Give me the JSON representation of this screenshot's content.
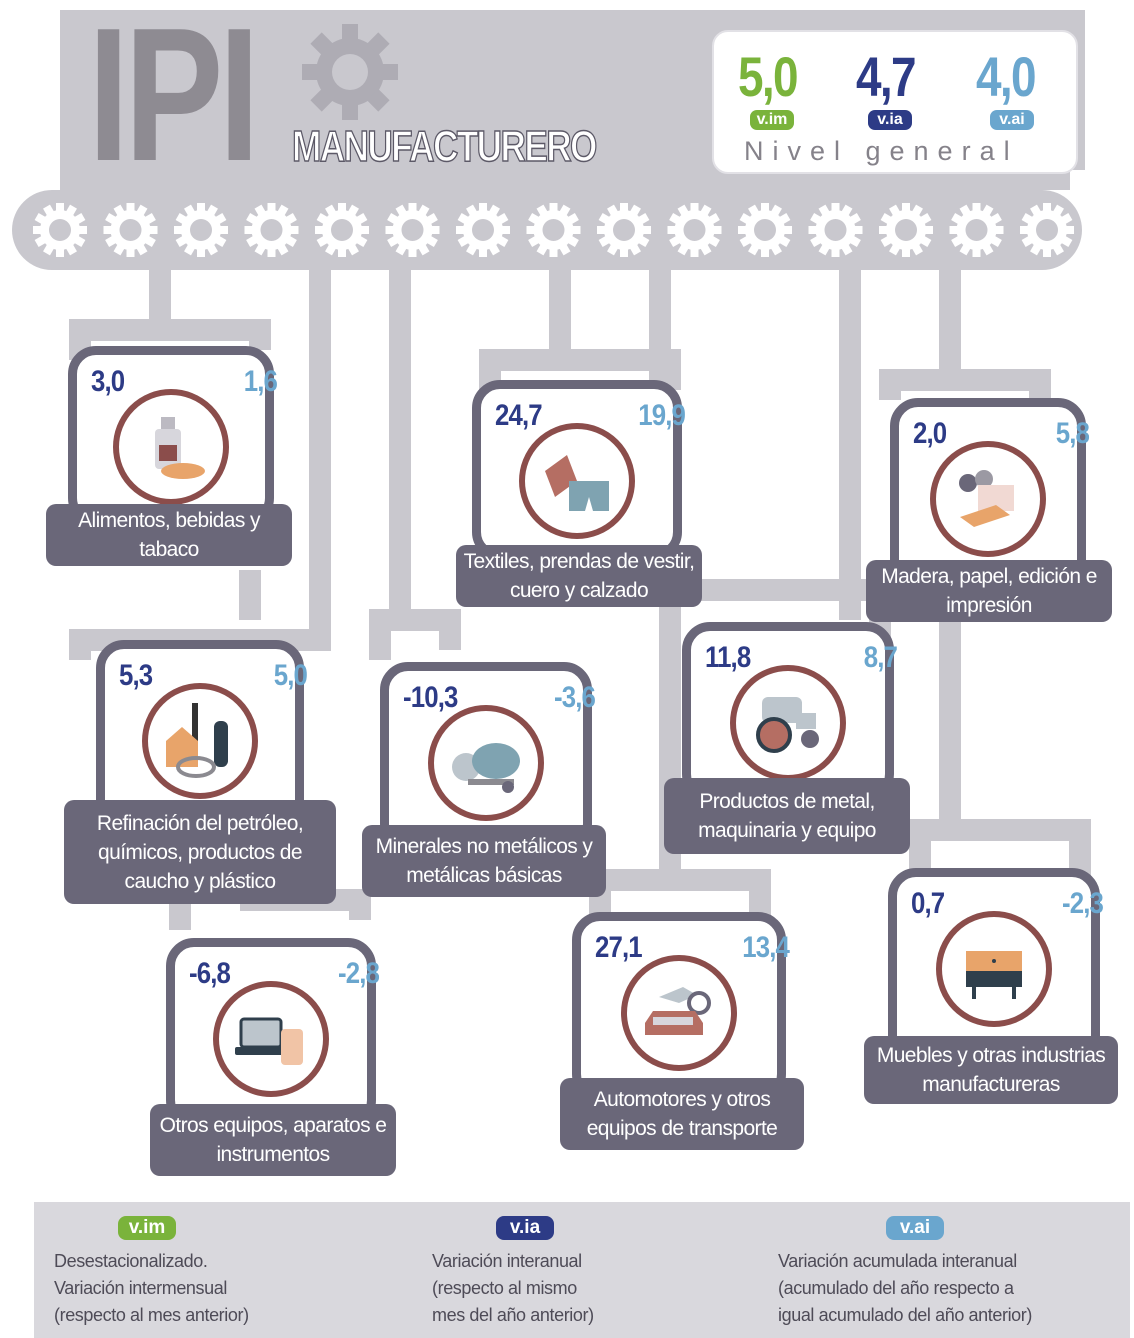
{
  "title": {
    "ipi": "IPI",
    "subtitle": "MANUFACTURERO"
  },
  "general": {
    "vim": "5,0",
    "via": "4,7",
    "vai": "4,0",
    "vim_tag": "v.im",
    "via_tag": "v.ia",
    "vai_tag": "v.ai",
    "label": "Nivel general"
  },
  "colors": {
    "vim": "#7ab33b",
    "via": "#2d3b86",
    "vai": "#6aa6ce",
    "panel": "#6a6779",
    "machine": "#c9c8ce",
    "icon_ring": "#8b4d4b"
  },
  "sectors": [
    {
      "v1": "3,0",
      "v2": "1,6",
      "label": "Alimentos, bebidas y tabaco",
      "icon": "bottle-bread-icon"
    },
    {
      "v1": "24,7",
      "v2": "19,9",
      "label": "Textiles, prendas de vestir, cuero y calzado",
      "icon": "fabric-shorts-icon"
    },
    {
      "v1": "2,0",
      "v2": "5,8",
      "label": "Madera, papel, edición e impresión",
      "icon": "paper-rolls-icon"
    },
    {
      "v1": "5,3",
      "v2": "5,0",
      "label": "Refinación del petróleo, químicos, productos de caucho y plástico",
      "icon": "refinery-icon"
    },
    {
      "v1": "-10,3",
      "v2": "-3,6",
      "label": "Minerales no metálicos y metálicas básicas",
      "icon": "cement-mixer-icon"
    },
    {
      "v1": "11,8",
      "v2": "8,7",
      "label": "Productos de metal, maquinaria y equipo",
      "icon": "tractor-icon"
    },
    {
      "v1": "0,7",
      "v2": "-2,3",
      "label": "Muebles y otras industrias manufactureras",
      "icon": "cabinet-icon"
    },
    {
      "v1": "-6,8",
      "v2": "-2,8",
      "label": "Otros equipos, aparatos e instrumentos",
      "icon": "laptop-tablet-icon"
    },
    {
      "v1": "27,1",
      "v2": "13,4",
      "label": "Automotores y otros equipos de transporte",
      "icon": "car-motorbike-icon"
    }
  ],
  "legend": [
    {
      "tag": "v.im",
      "line1": "Desestacionalizado.",
      "line2": "Variación intermensual",
      "line3": "(respecto al mes anterior)"
    },
    {
      "tag": "v.ia",
      "line1": "Variación interanual",
      "line2": "(respecto al mismo",
      "line3": "mes del año anterior)"
    },
    {
      "tag": "v.ai",
      "line1": "Variación acumulada interanual",
      "line2": "(acumulado del año respecto a",
      "line3": "igual acumulado del año anterior)"
    }
  ]
}
